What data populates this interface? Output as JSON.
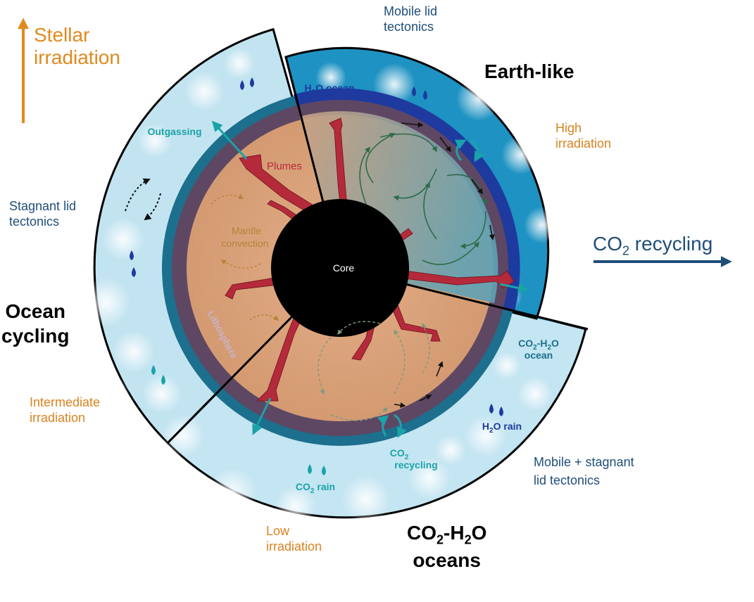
{
  "top_left": {
    "line1": "Stellar",
    "line2": "irradiation"
  },
  "right_arrow": {
    "prefix": "CO",
    "sub": "2",
    "suffix": " recycling"
  },
  "regimes": {
    "earth_like": {
      "title": "Earth-like",
      "tectonics": [
        "Mobile lid",
        "tectonics"
      ],
      "irradiation": [
        "High",
        "irradiation"
      ],
      "ocean_label": {
        "p1": "H",
        "s1": "2",
        "p2": "O ocean"
      }
    },
    "ocean_cycling": {
      "title": [
        "Ocean",
        "cycling"
      ],
      "tectonics": [
        "Stagnant lid",
        "tectonics"
      ],
      "irradiation": [
        "Intermediate",
        "irradiation"
      ]
    },
    "co2_h2o": {
      "title": {
        "p1": "CO",
        "s1": "2",
        "p2": "-H",
        "s2": "2",
        "p3": "O",
        "line2": "oceans"
      },
      "tectonics": [
        "Mobile + stagnant",
        "lid tectonics"
      ],
      "irradiation": [
        "Low",
        "irradiation"
      ],
      "ocean_label": {
        "p1": "CO",
        "s1": "2",
        "p2": "-H",
        "s2": "2",
        "p3": "O",
        "line2": "ocean"
      }
    }
  },
  "interior": {
    "core": "Core",
    "plumes": "Plumes",
    "mantle": [
      "Mantle",
      "convection"
    ],
    "lithosphere": "Lithosphere",
    "outgassing": "Outgassing",
    "h2o_rain": {
      "p1": "H",
      "s1": "2",
      "p2": "O rain"
    },
    "co2_rain": {
      "p1": "CO",
      "s1": "2",
      "p2": " rain"
    },
    "co2_recycling": {
      "p1": "CO",
      "s1": "2",
      "line2": "recycling"
    }
  },
  "colors": {
    "deep_ocean": "#1b8fc0",
    "light_ocean": "#bfe3f0",
    "mantle": "#d9a07a",
    "lithosphere": "#5e4763",
    "crust": "#1c6f8d",
    "plume": "#b52a3a",
    "teal": "#1aa3a8",
    "navy": "#1f4e79",
    "orange": "#d9821f"
  }
}
